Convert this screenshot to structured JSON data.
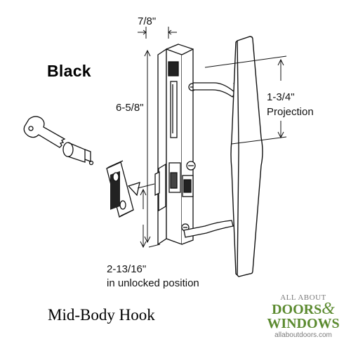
{
  "diagram": {
    "title": "Black",
    "subtitle": "Mid-Body Hook",
    "dimensions": {
      "width": "7/8\"",
      "height": "6-5/8\"",
      "projection_value": "1-3/4\"",
      "projection_label": "Projection",
      "unlocked_value": "2-13/16\"",
      "unlocked_label": "in unlocked position"
    },
    "parts": [
      "key-icon",
      "key-cylinder",
      "escutcheon-plate",
      "latch-body",
      "pull-handle"
    ]
  },
  "brand": {
    "top": "ALL ABOUT",
    "mid_a": "DOORS",
    "amp": "&",
    "bottom": "WINDOWS",
    "url": "allaboutdoors.com"
  }
}
